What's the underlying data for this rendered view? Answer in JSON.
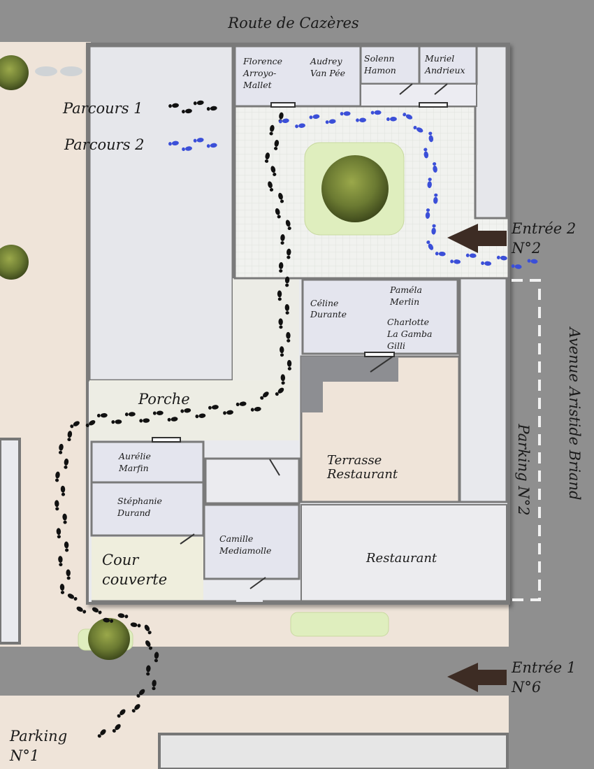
{
  "streets": {
    "north": "Route de Cazères",
    "east": "Avenue Aristide Briand"
  },
  "legend": [
    {
      "label": "Parcours 1",
      "color": "#111111"
    },
    {
      "label": "Parcours 2",
      "color": "#3b4fd8"
    }
  ],
  "entrances": [
    {
      "title": "Entrée 2",
      "number": "N°2"
    },
    {
      "title": "Entrée 1",
      "number": "N°6"
    }
  ],
  "parkings": [
    {
      "title": "Parking",
      "number": "N°1"
    },
    {
      "title": "Parking N°2"
    }
  ],
  "areas": {
    "porch": "Porche",
    "covered_court": [
      "Cour",
      "couverte"
    ],
    "terrace": [
      "Terrasse",
      "Restaurant"
    ],
    "restaurant": "Restaurant"
  },
  "offices": [
    {
      "id": "florence",
      "lines": [
        "Florence",
        "Arroyo-",
        "Mallet"
      ]
    },
    {
      "id": "audrey",
      "lines": [
        "Audrey",
        "Van Pée"
      ]
    },
    {
      "id": "solenn",
      "lines": [
        "Solenn",
        "Hamon"
      ]
    },
    {
      "id": "muriel",
      "lines": [
        "Muriel",
        "Andrieux"
      ]
    },
    {
      "id": "celine",
      "lines": [
        "Céline",
        "Durante"
      ]
    },
    {
      "id": "pamela",
      "lines": [
        "Paméla",
        "Merlin"
      ]
    },
    {
      "id": "charlotte",
      "lines": [
        "Charlotte",
        "La Gamba",
        "Gilli"
      ]
    },
    {
      "id": "aurelie",
      "lines": [
        "Aurélie",
        "Marfin"
      ]
    },
    {
      "id": "stephanie",
      "lines": [
        "Stéphanie",
        "Durand"
      ]
    },
    {
      "id": "camille",
      "lines": [
        "Camille",
        "Mediamolle"
      ]
    }
  ],
  "colors": {
    "road": "#8f8f8f",
    "sidewalk": "#efe4d9",
    "building": "#e9eaee",
    "courtyard": "#f0f1ee",
    "garden": "#dfeebe",
    "tree": "#6b7a32",
    "route1": "#111111",
    "route2": "#3b4fd8",
    "arrow": "#3d2c24"
  }
}
